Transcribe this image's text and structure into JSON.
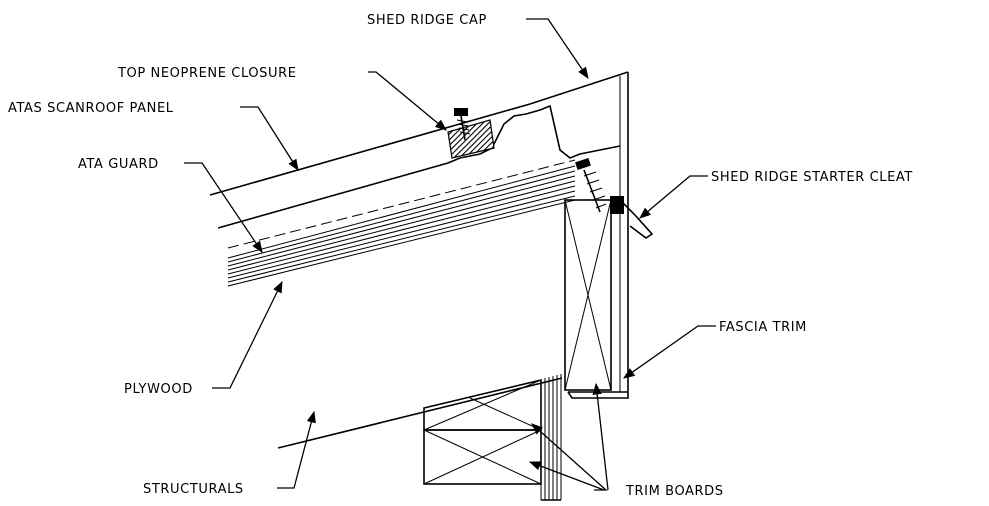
{
  "diagram": {
    "labels": {
      "shed_ridge_cap": "SHED RIDGE CAP",
      "top_neoprene_closure": "TOP NEOPRENE CLOSURE",
      "atas_scanroof_panel": "ATAS SCANROOF PANEL",
      "ata_guard": "ATA GUARD",
      "shed_ridge_starter_cleat": "SHED RIDGE STARTER CLEAT",
      "fascia_trim": "FASCIA TRIM",
      "plywood": "PLYWOOD",
      "structurals": "STRUCTURALS",
      "trim_boards": "TRIM BOARDS"
    },
    "colors": {
      "ink": "#000000",
      "background": "#ffffff"
    }
  }
}
